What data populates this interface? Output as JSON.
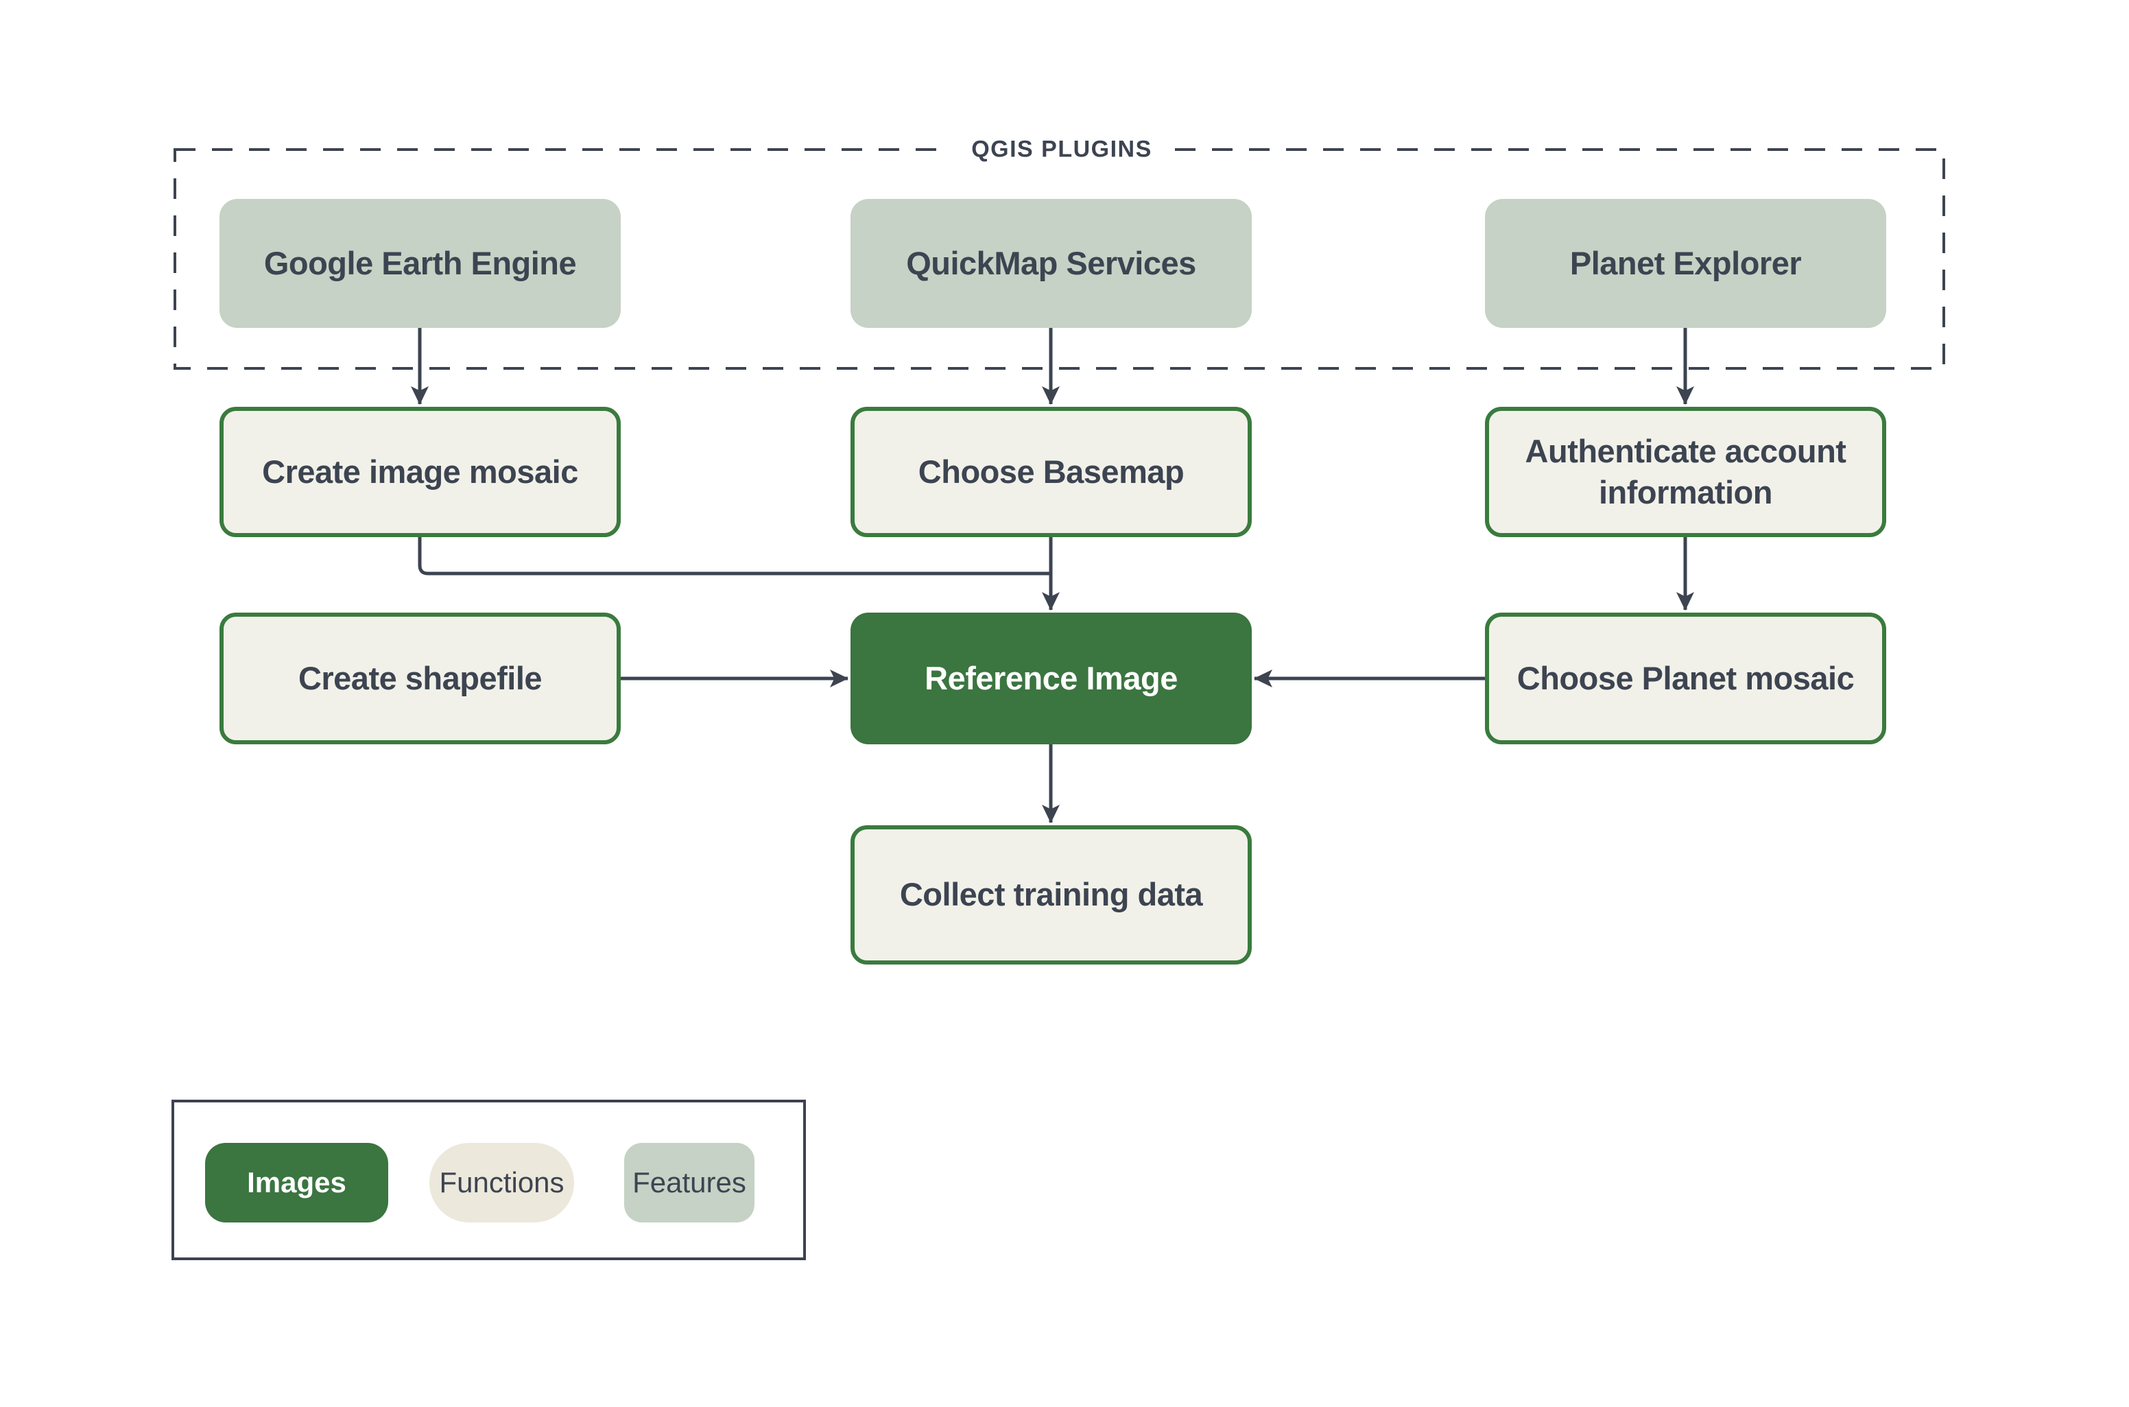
{
  "group": {
    "label": "QGIS PLUGINS"
  },
  "nodes": {
    "google_earth_engine": {
      "label": "Google Earth Engine",
      "category": "features"
    },
    "quickmap_services": {
      "label": "QuickMap Services",
      "category": "features"
    },
    "planet_explorer": {
      "label": "Planet Explorer",
      "category": "features"
    },
    "create_image_mosaic": {
      "label": "Create image mosaic",
      "category": "functions"
    },
    "choose_basemap": {
      "label": "Choose Basemap",
      "category": "functions"
    },
    "authenticate_account_information": {
      "label": "Authenticate account information",
      "category": "functions"
    },
    "create_shapefile": {
      "label": "Create shapefile",
      "category": "functions"
    },
    "reference_image": {
      "label": "Reference Image",
      "category": "images"
    },
    "choose_planet_mosaic": {
      "label": "Choose Planet mosaic",
      "category": "functions"
    },
    "collect_training_data": {
      "label": "Collect training data",
      "category": "functions"
    }
  },
  "legend": {
    "items": [
      {
        "label": "Images",
        "color": "#3b7540"
      },
      {
        "label": "Functions",
        "color": "#ece8db"
      },
      {
        "label": "Features",
        "color": "#c5d2c5"
      }
    ]
  },
  "colors": {
    "images_fill": "#3b7540",
    "functions_fill": "#f1f1e9",
    "functions_border": "#3a7b3e",
    "features_fill": "#c5d2c5",
    "ink": "#3d4450",
    "background": "#ffffff"
  }
}
